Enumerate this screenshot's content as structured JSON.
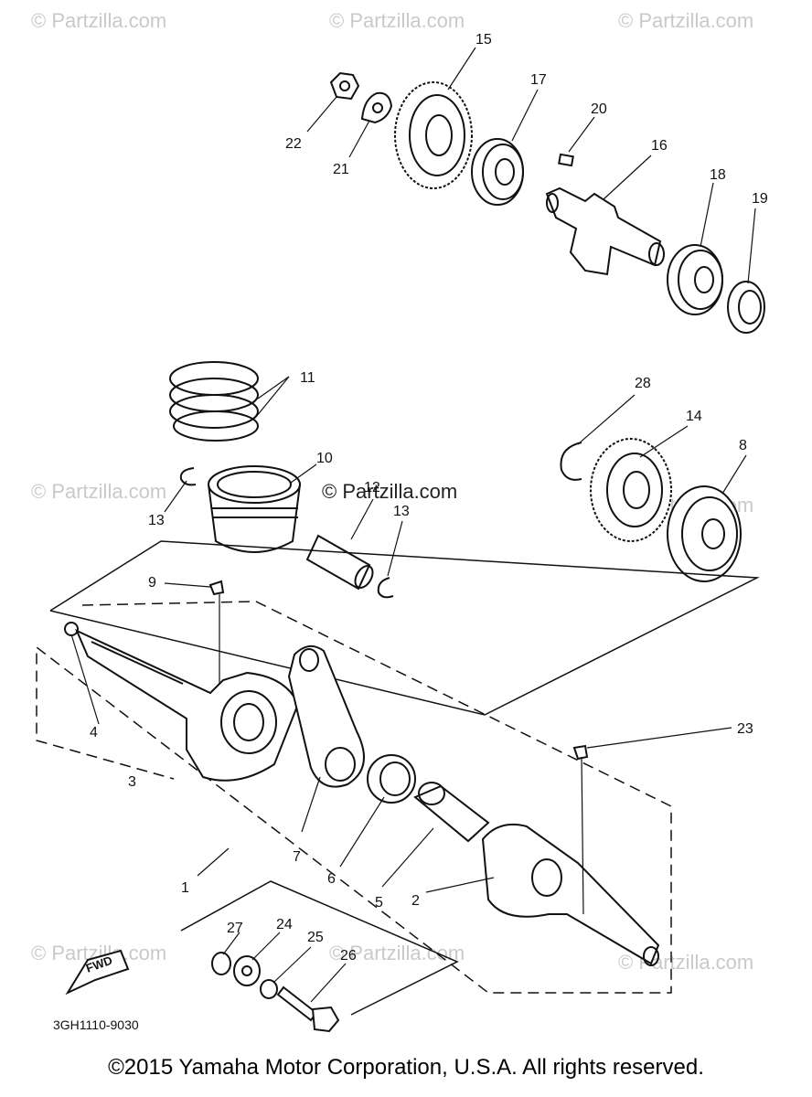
{
  "watermarks": {
    "text": "© Partzilla.com",
    "center": "© Partzilla.com"
  },
  "diagram_code": "3GH1110-9030",
  "fwd_label": "FWD",
  "copyright": "©2015 Yamaha Motor Corporation, U.S.A. All rights reserved.",
  "callouts": {
    "c1": "1",
    "c2": "2",
    "c3": "3",
    "c4": "4",
    "c5": "5",
    "c6": "6",
    "c7": "7",
    "c8": "8",
    "c9": "9",
    "c10": "10",
    "c11": "11",
    "c12": "12",
    "c13a": "13",
    "c13b": "13",
    "c14": "14",
    "c15": "15",
    "c16": "16",
    "c17": "17",
    "c18": "18",
    "c19": "19",
    "c20": "20",
    "c21": "21",
    "c22": "22",
    "c23": "23",
    "c24": "24",
    "c25": "25",
    "c26": "26",
    "c27": "27",
    "c28": "28"
  }
}
